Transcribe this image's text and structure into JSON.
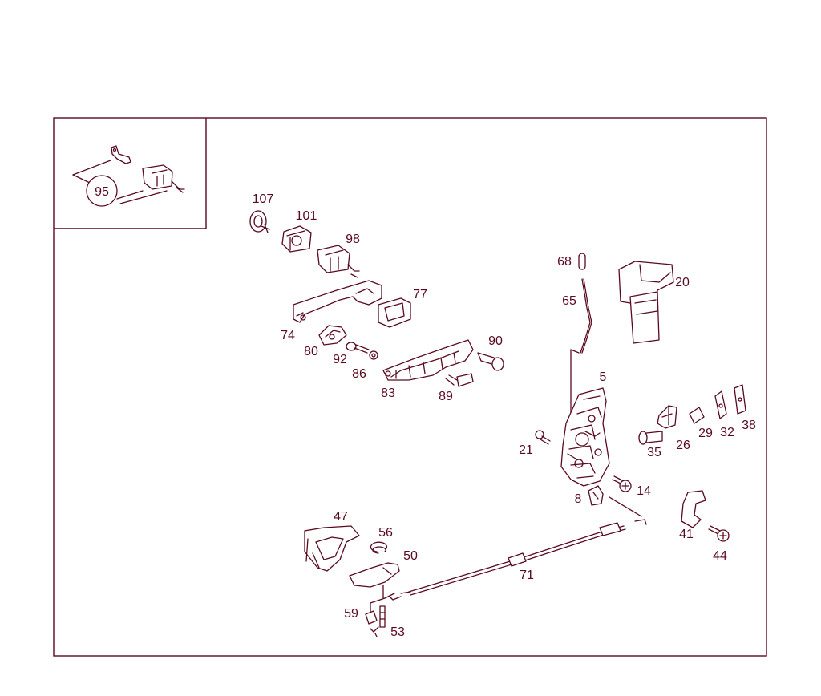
{
  "callouts": {
    "p95": "95",
    "p107": "107",
    "p101": "101",
    "p98": "98",
    "p77": "77",
    "p74": "74",
    "p80": "80",
    "p92": "92",
    "p86": "86",
    "p83": "83",
    "p89": "89",
    "p90": "90",
    "p68": "68",
    "p65": "65",
    "p20": "20",
    "p5": "5",
    "p21": "21",
    "p35": "35",
    "p26": "26",
    "p29": "29",
    "p32": "32",
    "p38": "38",
    "p14": "14",
    "p8": "8",
    "p41": "41",
    "p44": "44",
    "p47": "47",
    "p56": "56",
    "p50": "50",
    "p71": "71",
    "p59": "59",
    "p53": "53"
  },
  "colors": {
    "ink": "#5a0a1e",
    "background": "#ffffff"
  }
}
